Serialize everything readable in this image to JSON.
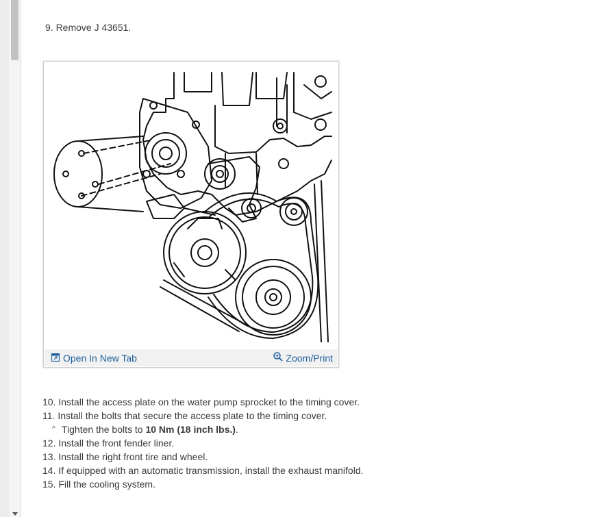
{
  "steps_before": {
    "step9": "9. Remove J 43651."
  },
  "figure": {
    "open_tab_label": "Open In New Tab",
    "zoom_label": "Zoom/Print",
    "open_tab_icon": "open-in-new-tab-icon",
    "zoom_icon": "magnifier-zoom-icon"
  },
  "steps_after": {
    "step10": "10. Install the access plate on the water pump sprocket to the timing cover.",
    "step11": "11. Install the bolts that secure the access plate to the timing cover.",
    "sub_caret": "^",
    "sub_prefix": "Tighten the bolts to ",
    "sub_torque": "10 Nm (18 inch lbs.)",
    "sub_suffix": ".",
    "step12": "12. Install the front fender liner.",
    "step13": "13. Install the right front tire and wheel.",
    "step14": "14. If equipped with an automatic transmission, install the exhaust manifold.",
    "step15": "15. Fill the cooling system."
  },
  "colors": {
    "link": "#1e5f9e",
    "text": "#3a3a3a",
    "footer_bg": "#f1f1f1"
  }
}
